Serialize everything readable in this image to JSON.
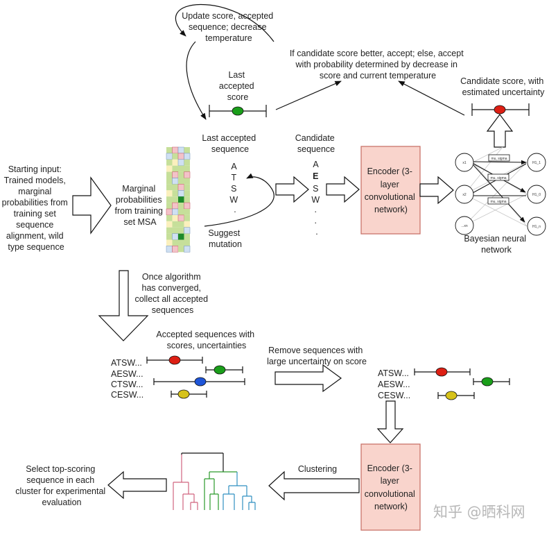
{
  "texts": {
    "update_score": [
      "Update score, accepted",
      "sequence; decrease",
      "temperature"
    ],
    "accept_rule": [
      "If candidate score better, accept; else, accept",
      "with probability determined by decrease in",
      "score and current temperature"
    ],
    "last_accepted_score": [
      "Last",
      "accepted",
      "score"
    ],
    "candidate_score": [
      "Candidate score, with",
      "estimated uncertainty"
    ],
    "starting_input": [
      "Starting input:",
      "Trained models,",
      "marginal",
      "probabilities from",
      "training set",
      "sequence",
      "alignment, wild",
      "type sequence"
    ],
    "marginal_probs": [
      "Marginal",
      "probabilities",
      "from training",
      "set MSA"
    ],
    "last_accepted_sequence": [
      "Last accepted",
      "sequence"
    ],
    "candidate_sequence": [
      "Candidate",
      "sequence"
    ],
    "seq_last": [
      "A",
      "T",
      "S",
      "W",
      "."
    ],
    "seq_candidate": [
      "A",
      "E",
      "S",
      "W",
      ".",
      ".",
      "."
    ],
    "suggest_mutation": [
      "Suggest",
      "mutation"
    ],
    "encoder_top": [
      "Encoder (3-",
      "layer",
      "convolutional",
      "network)"
    ],
    "encoder_bottom": [
      "Encoder (3-",
      "layer",
      "convolutional",
      "network)"
    ],
    "bnn_label": [
      "Bayesian neural",
      "network"
    ],
    "bnn_nodes": [
      "x1",
      "x2",
      "...xn",
      "H1_1",
      "H1_0",
      "H1_n"
    ],
    "bnn_boxes": [
      "mu, sigma",
      "mu, sigma",
      "mu, sigma"
    ],
    "converged": [
      "Once algorithm",
      "has converged,",
      "collect all accepted",
      "sequences"
    ],
    "accepted_with_scores": [
      "Accepted sequences with",
      "scores, uncertainties"
    ],
    "remove_large": [
      "Remove sequences with",
      "large uncertainty on score"
    ],
    "seq_list_all": [
      "ATSW...",
      "AESW...",
      "CTSW...",
      "CESW..."
    ],
    "seq_list_filtered": [
      "ATSW...",
      "AESW...",
      "CESW..."
    ],
    "clustering": "Clustering",
    "select_top": [
      "Select top-scoring",
      "sequence in each",
      "cluster for experimental",
      "evaluation"
    ],
    "watermark": "知乎 @晒科网"
  },
  "colors": {
    "score_red": "#dd1f14",
    "score_green": "#1a9e1a",
    "score_blue": "#1f55d8",
    "score_yellow": "#d6c21a",
    "encoder_fill": "#f9d4cc",
    "encoder_border": "#c8736a",
    "msa_green": "#c6df9a",
    "msa_dark": "#1d8a2a",
    "msa_pink": "#f3c2c8",
    "msa_blue": "#cfe0f2",
    "msa_yellow": "#fbf0bd",
    "tree_pink": "#d0637e",
    "tree_green": "#2a9a2a",
    "tree_blue": "#2f8fc0",
    "tree_black": "#111111"
  }
}
